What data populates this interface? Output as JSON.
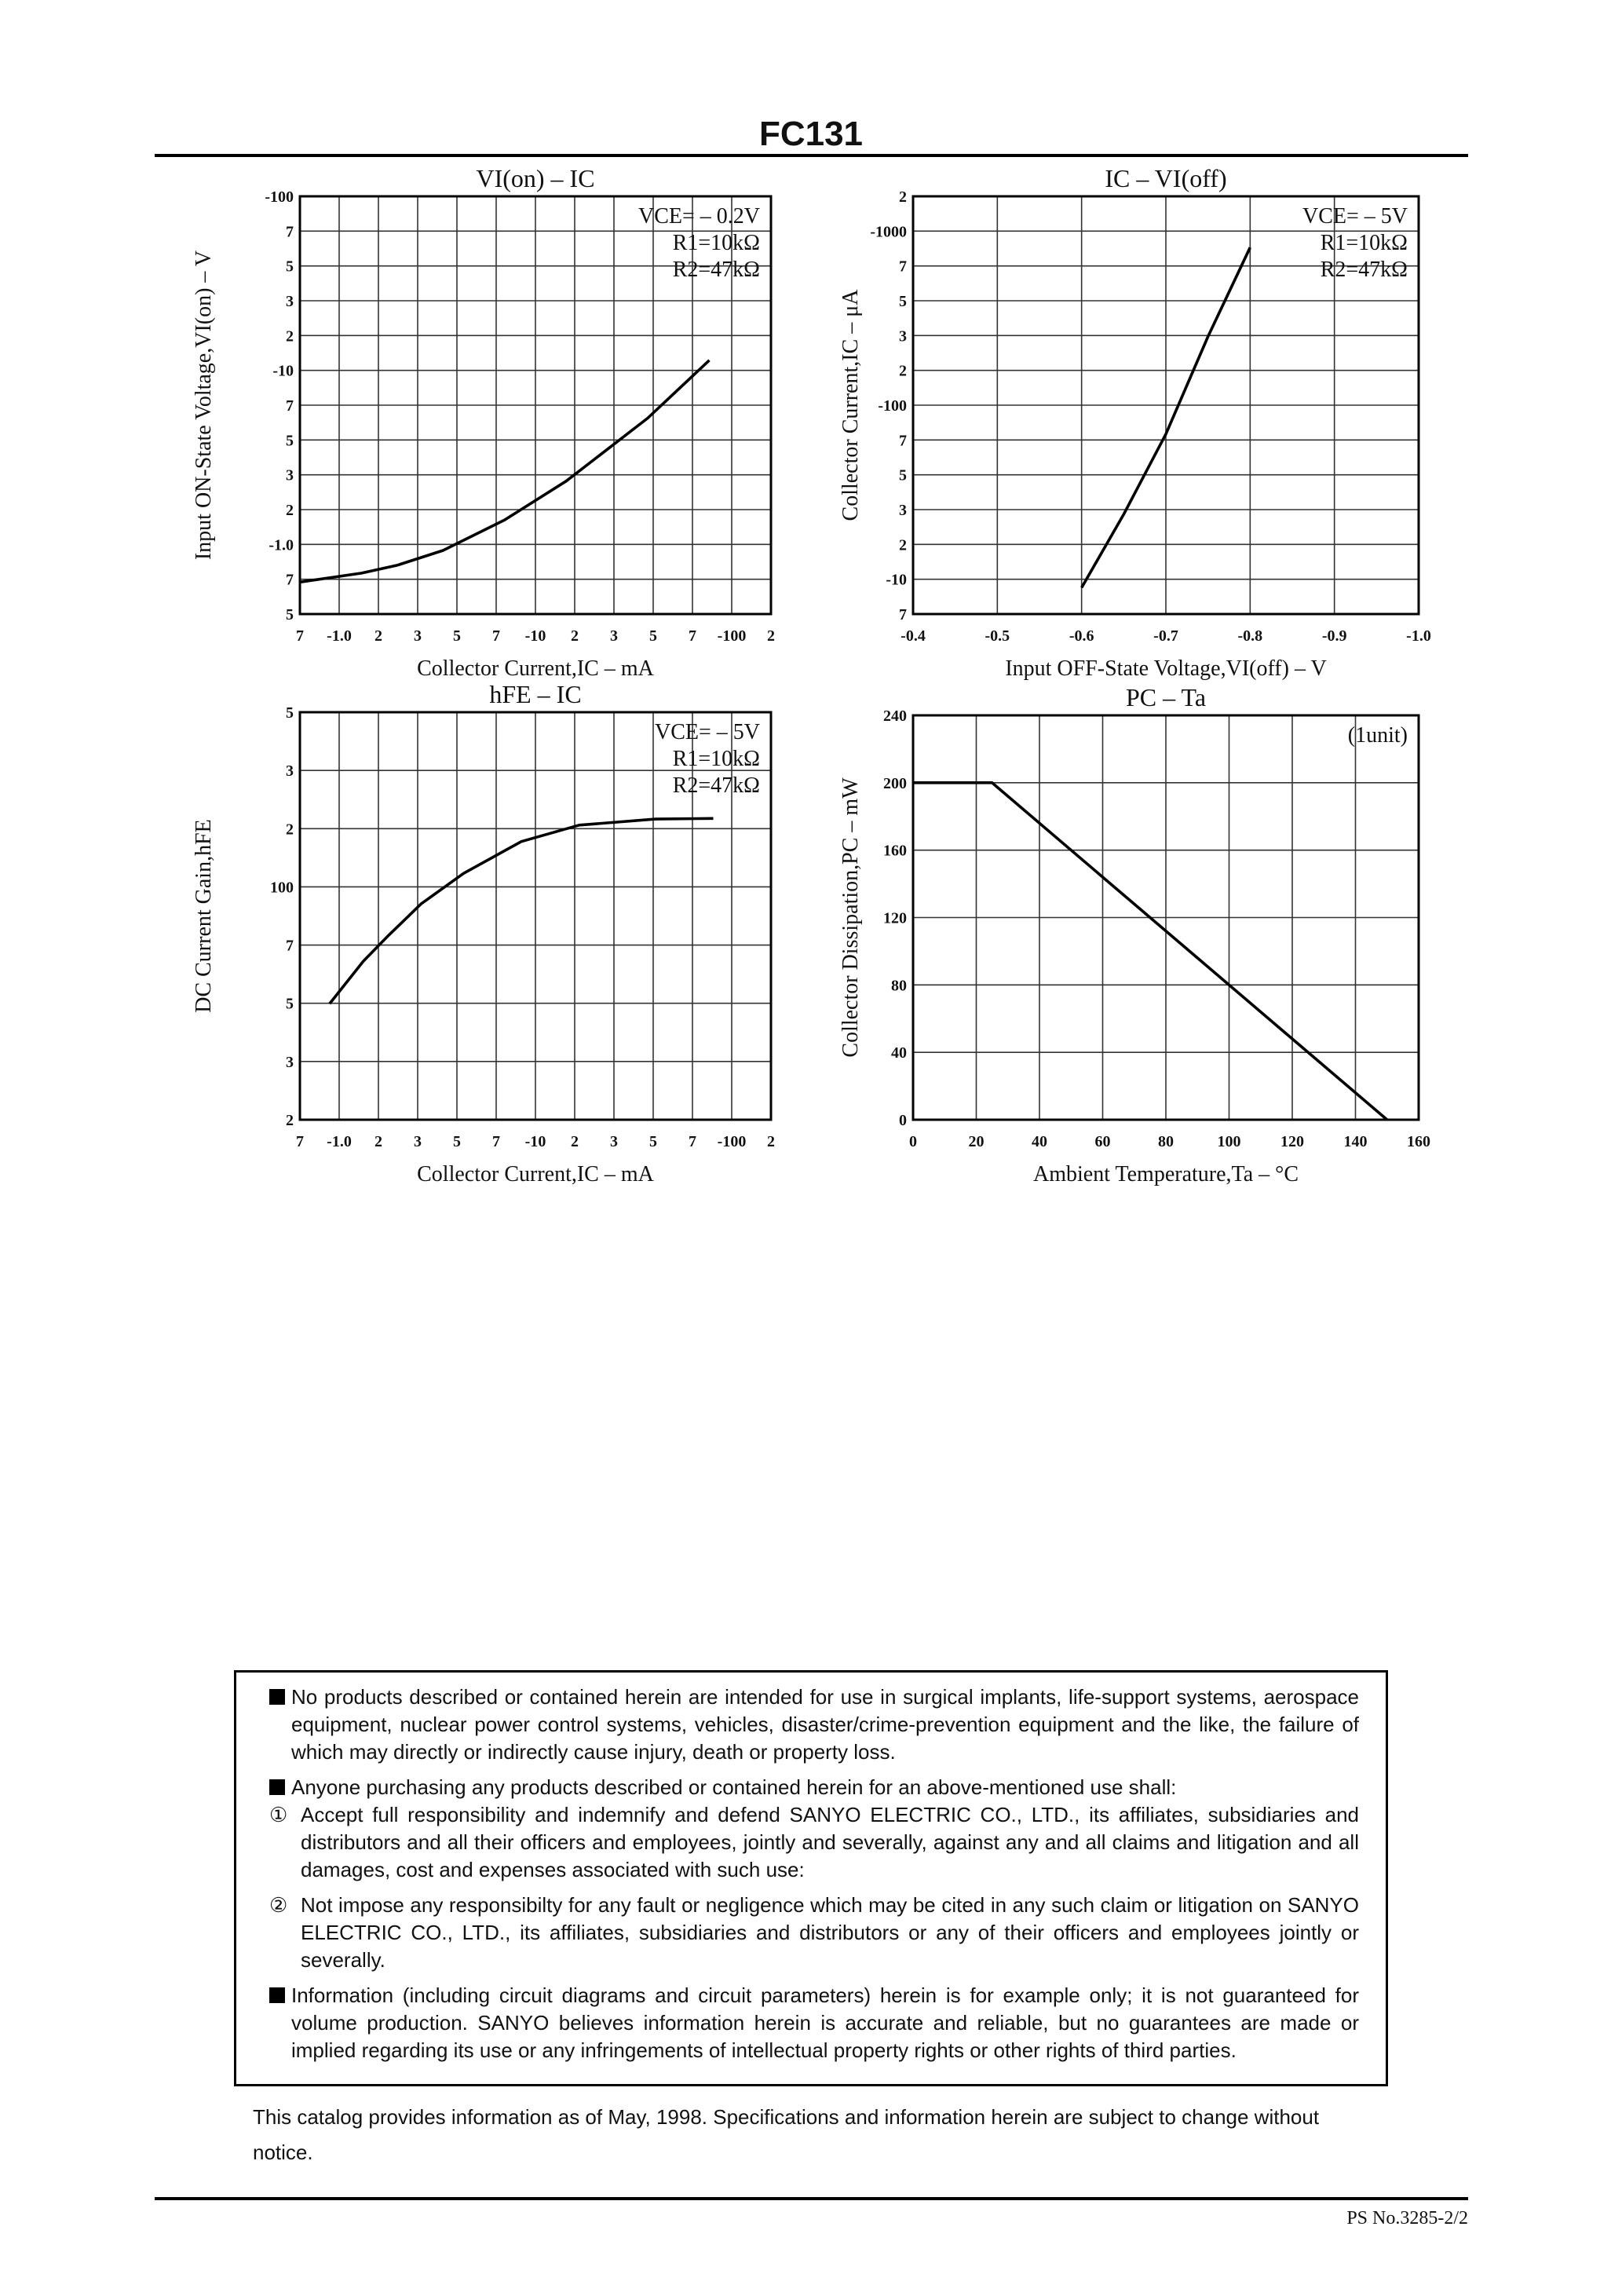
{
  "header": {
    "part_number": "FC131"
  },
  "chart_data": [
    {
      "type": "line",
      "title": "VI(on) – IC",
      "xlabel": "Collector Current,IC – mA",
      "ylabel": "Input ON-State Voltage,VI(on) – V",
      "xscale": "log",
      "yscale": "log",
      "xlim": [
        -1.0,
        -200
      ],
      "ylim": [
        -0.5,
        -100
      ],
      "x_ticks": [
        "7",
        "-1.0",
        "2",
        "3",
        "5",
        "7",
        "-10",
        "2",
        "3",
        "5",
        "7",
        "-100",
        "2"
      ],
      "y_ticks": [
        "-100",
        "7",
        "5",
        "3",
        "2",
        "-10",
        "7",
        "5",
        "3",
        "2",
        "-1.0",
        "7",
        "5"
      ],
      "annotations": [
        "VCE= – 0.2V",
        "R1=10kΩ",
        "R2=47kΩ"
      ],
      "series": [
        {
          "x": [
            -1.0,
            -2,
            -3,
            -5,
            -10,
            -20,
            -50,
            -100
          ],
          "y": [
            -0.75,
            -0.84,
            -0.93,
            -1.12,
            -1.65,
            -2.7,
            -6.0,
            -12.5
          ]
        }
      ]
    },
    {
      "type": "line",
      "title": "IC – VI(off)",
      "xlabel": "Input OFF-State Voltage,VI(off) – V",
      "ylabel": "Collector Current,IC – μA",
      "xscale": "linear",
      "yscale": "log",
      "xlim": [
        -0.4,
        -1.0
      ],
      "ylim": [
        -7,
        -2000
      ],
      "x_ticks": [
        "-0.4",
        "-0.5",
        "-0.6",
        "-0.7",
        "-0.8",
        "-0.9",
        "-1.0"
      ],
      "y_ticks": [
        "2",
        "-1000",
        "7",
        "5",
        "3",
        "2",
        "-100",
        "7",
        "5",
        "3",
        "2",
        "-10",
        "7"
      ],
      "annotations": [
        "VCE= – 5V",
        "R1=10kΩ",
        "R2=47kΩ"
      ],
      "series": [
        {
          "x": [
            -0.6,
            -0.65,
            -0.7,
            -0.75,
            -0.8
          ],
          "y": [
            -10,
            -27,
            -80,
            -300,
            -1000
          ]
        }
      ]
    },
    {
      "type": "line",
      "title": "hFE – IC",
      "xlabel": "Collector Current,IC – mA",
      "ylabel": "DC Current Gain,hFE",
      "xscale": "log",
      "yscale": "log",
      "xlim": [
        -0.7,
        -200
      ],
      "ylim": [
        20,
        500
      ],
      "x_ticks": [
        "7",
        "-1.0",
        "2",
        "3",
        "5",
        "7",
        "-10",
        "2",
        "3",
        "5",
        "7",
        "-100",
        "2"
      ],
      "y_ticks": [
        "5",
        "3",
        "2",
        "100",
        "7",
        "5",
        "3",
        "2"
      ],
      "annotations": [
        "VCE= – 5V",
        "R1=10kΩ",
        "R2=47kΩ"
      ],
      "series": [
        {
          "x": [
            -1.0,
            -1.5,
            -2,
            -3,
            -5,
            -10,
            -20,
            -50,
            -100
          ],
          "y": [
            50,
            70,
            85,
            110,
            140,
            180,
            205,
            215,
            216
          ]
        }
      ]
    },
    {
      "type": "line",
      "title": "PC – Ta",
      "xlabel": "Ambient Temperature,Ta – °C",
      "ylabel": "Collector Dissipation,PC – mW",
      "xscale": "linear",
      "yscale": "linear",
      "xlim": [
        0,
        160
      ],
      "ylim": [
        0,
        240
      ],
      "x_ticks": [
        "0",
        "20",
        "40",
        "60",
        "80",
        "100",
        "120",
        "140",
        "160"
      ],
      "y_ticks": [
        "240",
        "200",
        "160",
        "120",
        "80",
        "40",
        "0"
      ],
      "annotations": [
        "(1unit)"
      ],
      "series": [
        {
          "x": [
            0,
            25,
            150
          ],
          "y": [
            200,
            200,
            0
          ]
        }
      ]
    }
  ],
  "notice": {
    "p1": "No products described or contained herein are intended for use in surgical implants, life-support systems, aerospace equipment, nuclear power control systems, vehicles, disaster/crime-prevention equipment and the like, the failure of which may directly or indirectly cause injury, death or property loss.",
    "p2": "Anyone purchasing any products described or contained herein for an above-mentioned use shall:",
    "n1": "①",
    "s1": "Accept full responsibility and indemnify and defend SANYO ELECTRIC CO., LTD., its affiliates, subsidiaries and distributors and all their officers and employees, jointly and severally, against any and all claims and litigation and all damages, cost and expenses associated with such use:",
    "n2": "②",
    "s2": "Not impose any responsibilty for any fault or negligence which may be cited in any such claim or litigation on SANYO ELECTRIC CO., LTD., its affiliates, subsidiaries and distributors or any of their officers and employees jointly or severally.",
    "p3": "Information (including circuit diagrams and circuit parameters) herein is for example only; it is not guaranteed for volume production. SANYO believes information herein is accurate and reliable, but no guarantees are made or implied regarding its use or any infringements of intellectual property rights or other rights of third parties."
  },
  "catalog_note": "This catalog provides information as of May, 1998. Specifications and information herein are subject to change without notice.",
  "footer": {
    "doc_number": "PS  No.3285-2/2"
  }
}
